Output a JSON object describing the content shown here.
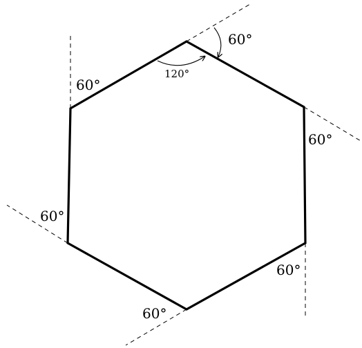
{
  "diagram": {
    "exterior_angle_labels": [
      "60°",
      "60°",
      "60°",
      "60°",
      "60°",
      "60°"
    ],
    "interior_angle_label": "120°",
    "colors": {
      "stroke": "#000000",
      "background": "#ffffff"
    }
  }
}
